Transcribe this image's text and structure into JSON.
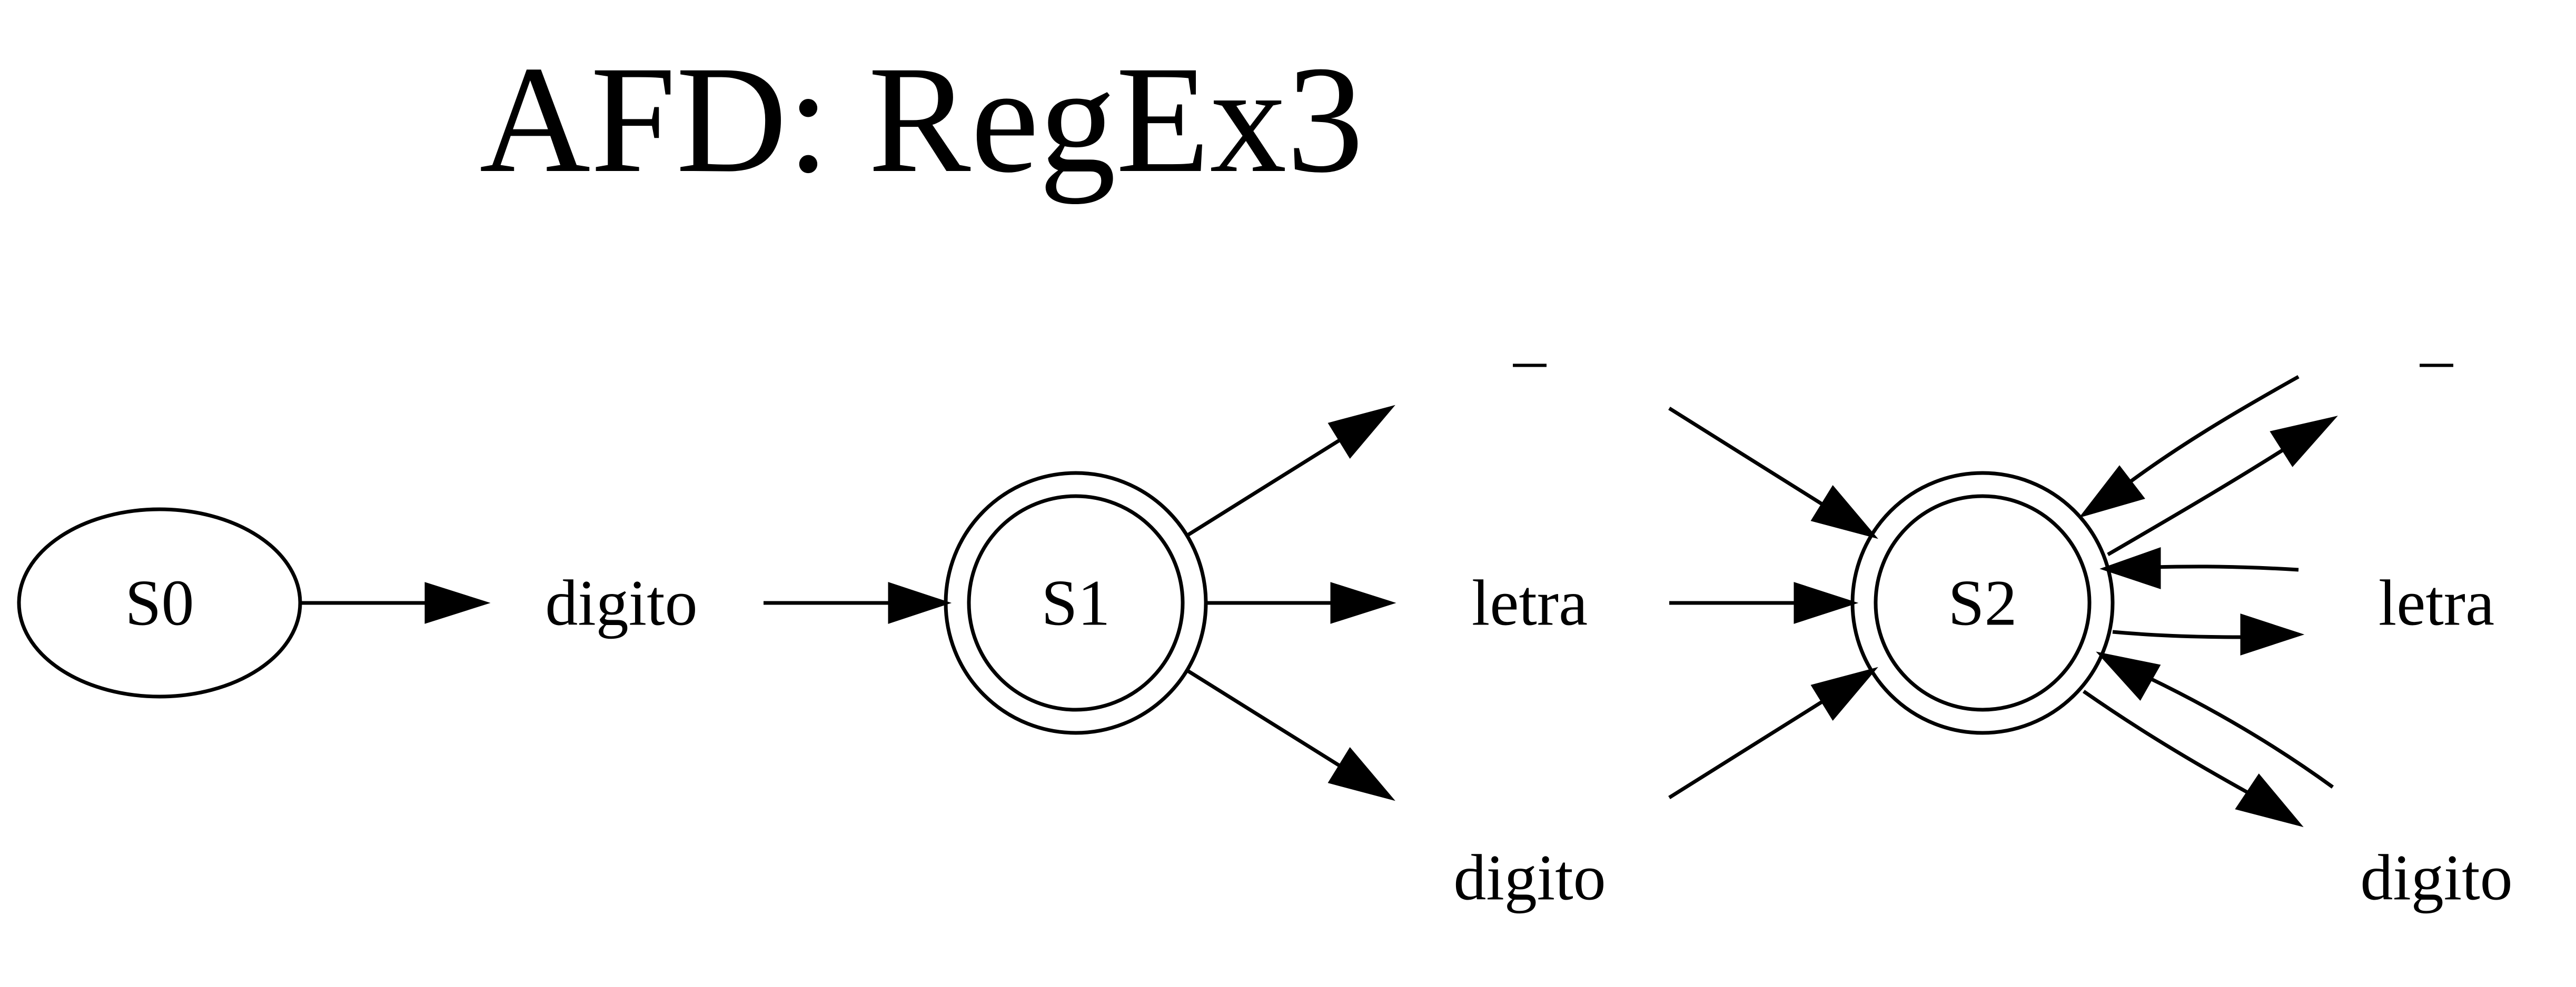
{
  "title": "AFD: RegEx3",
  "states": {
    "s0": {
      "label": "S0",
      "accepting": false
    },
    "s1": {
      "label": "S1",
      "accepting": true
    },
    "s2": {
      "label": "S2",
      "accepting": true
    }
  },
  "symbols": {
    "digito_a": "digito",
    "underscore_b": "_",
    "letra_b": "letra",
    "digito_b": "digito",
    "underscore_c": "_",
    "letra_c": "letra",
    "digito_c": "digito"
  },
  "colors": {
    "stroke": "#000000",
    "background": "#ffffff"
  }
}
